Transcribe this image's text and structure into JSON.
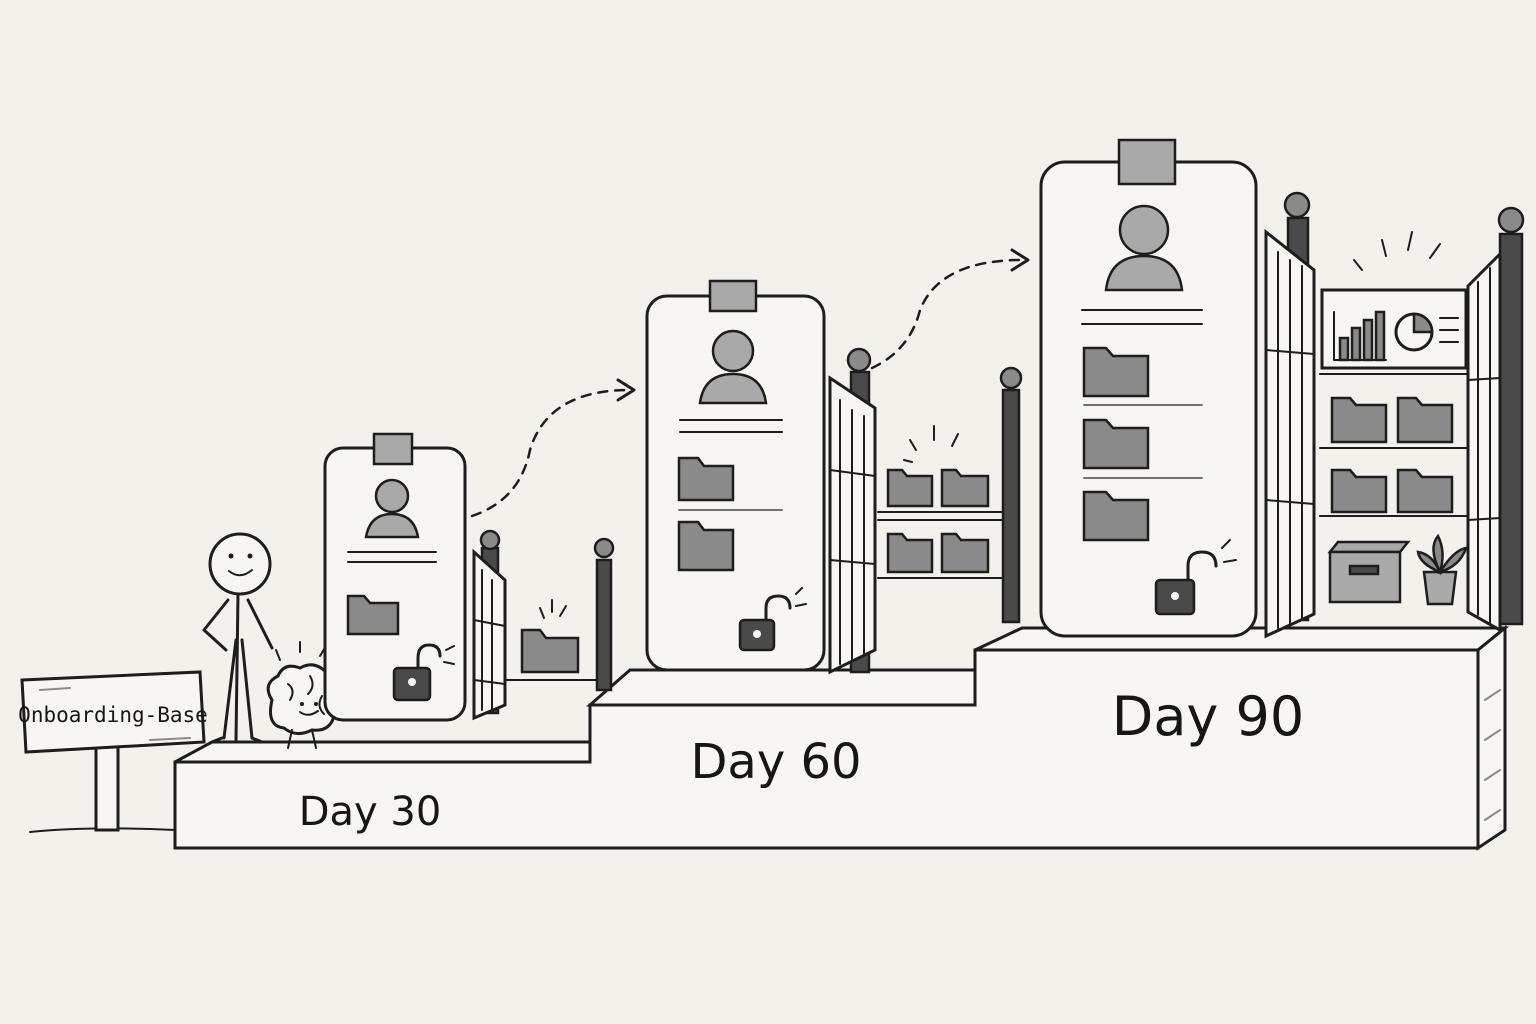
{
  "sign": {
    "label": "Onboarding-Base"
  },
  "steps": [
    {
      "id": "day-30",
      "label": "Day 30"
    },
    {
      "id": "day-60",
      "label": "Day 60"
    },
    {
      "id": "day-90",
      "label": "Day 90"
    }
  ],
  "icons": [
    "person-icon",
    "brain-mascot-icon",
    "id-badge-icon",
    "folder-icon",
    "unlocked-padlock-icon",
    "gate-icon",
    "shelf-icon",
    "bar-chart-icon",
    "pie-chart-icon",
    "box-icon",
    "plant-icon",
    "dashed-arrow-icon"
  ],
  "colors": {
    "background": "#f3f1ec",
    "ink": "#1d1d1d",
    "fill_gray": "#8a8a8a"
  }
}
